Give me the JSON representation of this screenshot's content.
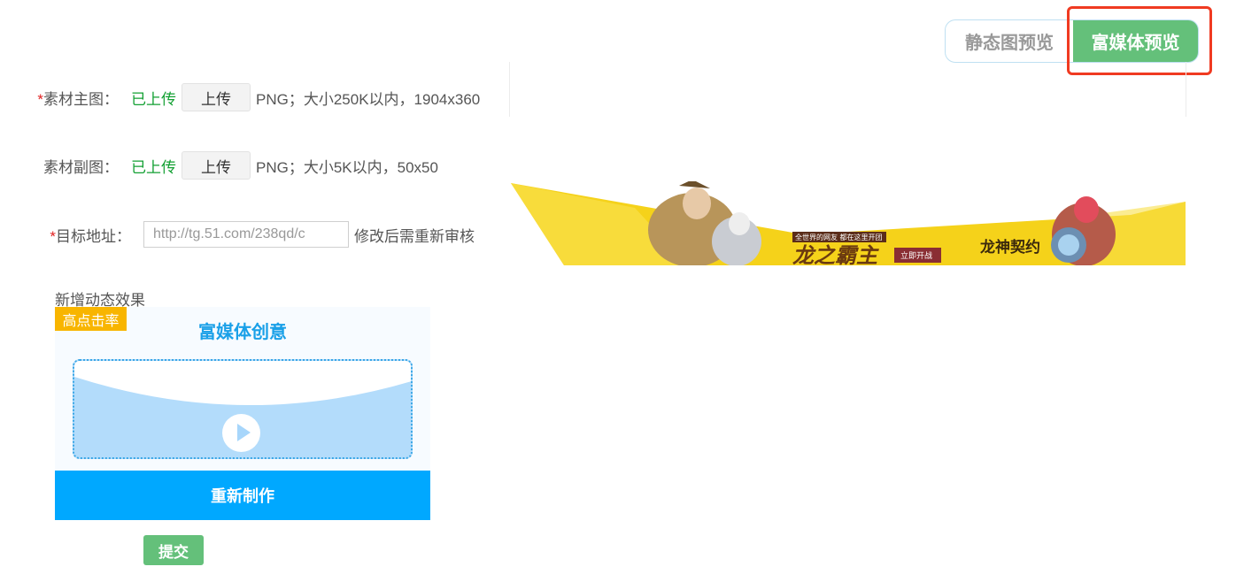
{
  "preview_toggle": {
    "static_label": "静态图预览",
    "rich_label": "富媒体预览",
    "active": "rich"
  },
  "form": {
    "main_image": {
      "required_mark": "*",
      "label": "素材主图：",
      "status": "已上传",
      "upload_label": "上传",
      "hint": "PNG；大小250K以内，1904x360"
    },
    "sub_image": {
      "label": "素材副图：",
      "status": "已上传",
      "upload_label": "上传",
      "hint": "PNG；大小5K以内，50x50"
    },
    "target_url": {
      "required_mark": "*",
      "label": "目标地址：",
      "value": "http://tg.51.com/238qd/c",
      "hint": "修改后需重新审核"
    }
  },
  "dynamic_effect": {
    "section_title": "新增动态效果",
    "badge": "高点击率",
    "card_title": "富媒体创意",
    "remake_label": "重新制作"
  },
  "submit_label": "提交",
  "banner": {
    "tagline": "全世界的网友 都在这里开团",
    "game_title": "龙之霸主",
    "cta": "立即开战",
    "logo_text": "龙神契约"
  },
  "colors": {
    "accent_green": "#64c07a",
    "uploaded_green": "#13a033",
    "required_red": "#e02020",
    "remake_blue": "#00a8ff",
    "badge_orange": "#f8b500",
    "highlight_red": "#f03a21",
    "banner_yellow": "#f5d21a"
  }
}
